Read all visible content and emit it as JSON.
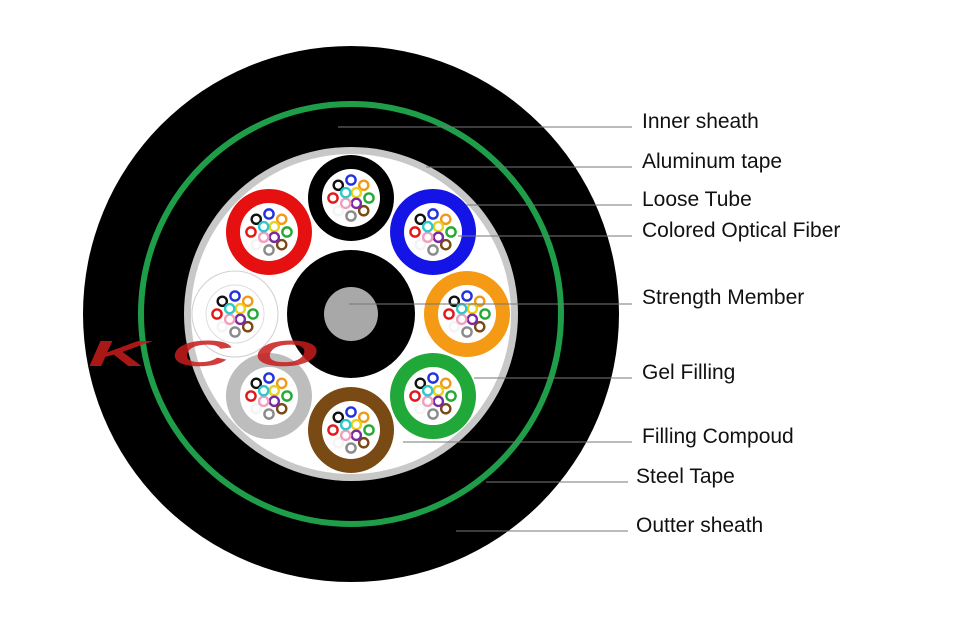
{
  "diagram": {
    "labels": [
      {
        "id": "inner-sheath",
        "text": "Inner sheath"
      },
      {
        "id": "aluminum-tape",
        "text": "Aluminum tape"
      },
      {
        "id": "loose-tube",
        "text": "Loose Tube"
      },
      {
        "id": "colored-optical-fiber",
        "text": "Colored Optical Fiber"
      },
      {
        "id": "strength-member",
        "text": "Strength Member"
      },
      {
        "id": "gel-filling",
        "text": "Gel Filling"
      },
      {
        "id": "filling-compound",
        "text": "Filling Compoud"
      },
      {
        "id": "steel-tape",
        "text": "Steel Tape"
      },
      {
        "id": "outer-sheath",
        "text": "Outter sheath"
      }
    ],
    "watermark": "KCO",
    "colors": {
      "outer_sheath": "#000000",
      "steel_tape": "#1f9e4a",
      "aluminum_tape": "#c8c8c8",
      "filling_compound": "#ffffff",
      "strength_member": "#a8a8a8",
      "leader_line": "#777777",
      "watermark": "#c81c1c"
    },
    "loose_tubes": [
      {
        "name": "black",
        "color": "#000000"
      },
      {
        "name": "blue",
        "color": "#1414e6"
      },
      {
        "name": "orange",
        "color": "#f59a14"
      },
      {
        "name": "green",
        "color": "#20a838"
      },
      {
        "name": "brown",
        "color": "#7a4a14"
      },
      {
        "name": "gray",
        "color": "#bdbdbd"
      },
      {
        "name": "white",
        "color": "#ffffff"
      },
      {
        "name": "red",
        "color": "#e61010"
      }
    ],
    "fiber_colors": [
      {
        "name": "blue",
        "color": "#2233dd"
      },
      {
        "name": "orange",
        "color": "#f29a18"
      },
      {
        "name": "green",
        "color": "#22aa33"
      },
      {
        "name": "brown",
        "color": "#7a4a14"
      },
      {
        "name": "slate",
        "color": "#8a8a8a"
      },
      {
        "name": "white",
        "color": "#f4f4f4"
      },
      {
        "name": "red",
        "color": "#e01818"
      },
      {
        "name": "black",
        "color": "#111111"
      },
      {
        "name": "yellow",
        "color": "#e8d21a"
      },
      {
        "name": "violet",
        "color": "#7a2aa0"
      },
      {
        "name": "pink",
        "color": "#f2a0c0"
      },
      {
        "name": "aqua",
        "color": "#30c8c8"
      }
    ]
  }
}
